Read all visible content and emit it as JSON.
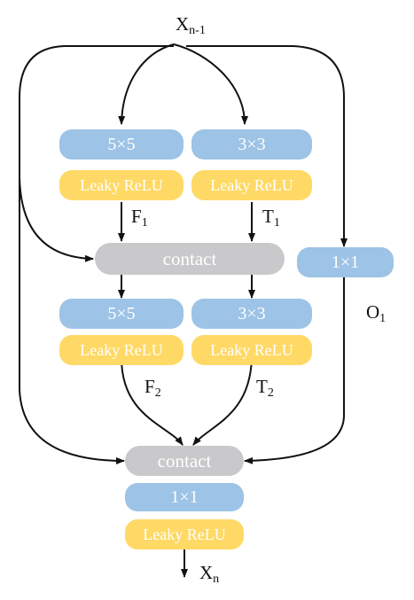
{
  "input": {
    "base": "X",
    "sub": "n-1"
  },
  "output": {
    "base": "X",
    "sub": "n"
  },
  "branch_left": {
    "conv": "5×5",
    "act": "Leaky ReLU",
    "label1": {
      "base": "F",
      "sub": "1"
    },
    "conv2": "5×5",
    "act2": "Leaky ReLU",
    "label2": {
      "base": "F",
      "sub": "2"
    }
  },
  "branch_middle": {
    "conv": "3×3",
    "act": "Leaky ReLU",
    "label1": {
      "base": "T",
      "sub": "1"
    },
    "conv2": "3×3",
    "act2": "Leaky ReLU",
    "label2": {
      "base": "T",
      "sub": "2"
    }
  },
  "branch_right": {
    "conv": "1×1",
    "label": {
      "base": "O",
      "sub": "1"
    }
  },
  "concat1": "contact",
  "concat2": "contact",
  "final": {
    "conv": "1×1",
    "act": "Leaky ReLU"
  },
  "colors": {
    "conv": "#9dc3e6",
    "activation": "#ffd966",
    "concat": "#c9c9cb",
    "edge": "#111111"
  }
}
